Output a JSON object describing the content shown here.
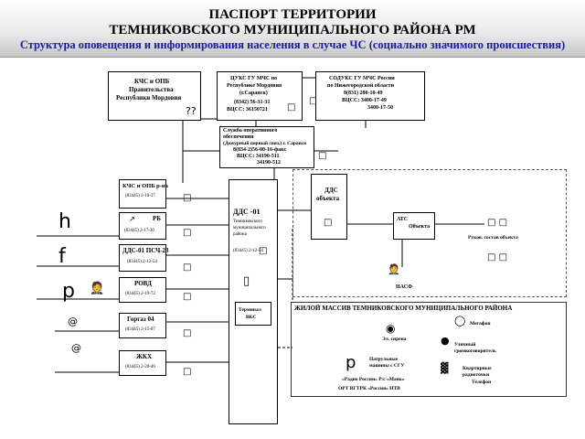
{
  "header": {
    "title1": "ПАСПОРТ ТЕРРИТОРИИ",
    "title2": "ТЕМНИКОВСКОГО МУНИЦИПАЛЬНОГО РАЙОНА РМ",
    "subtitle": "Структура оповещения и информирования населения в случае ЧС (социально значимого происшествия)"
  },
  "kchs_gov": {
    "l1": "КЧС и ОПБ",
    "l2": "Правительства",
    "l3": "Республики Мордовия"
  },
  "cuks": {
    "l1": "ЦУКС ГУ МЧС по",
    "l2": "Республике Мордовия",
    "l3": "(г.Саранск)",
    "l4": "(8342) 56-31-31",
    "l5": "ВЦСС: 36150721"
  },
  "soduks": {
    "l1": "СОДУКС ГУ МЧС России",
    "l2": "по Нижегородской области",
    "l3": "8(831) 200-10-49",
    "l4": "ВЦСС: 3400-17-49",
    "l5": "3400-17-50"
  },
  "sluzhba": {
    "l1": "Служба оперативного",
    "l2": "обеспечения",
    "l3": "(Дежурный первый связ.) г. Саранск",
    "l4": "8(834-2)56-00-16-факс",
    "l5": "ВЦСС: 34190-511",
    "l6": "34190-512"
  },
  "kchs_raion": {
    "l1": "КЧС и ОПБ р-на",
    "l2": "(83445) 2-10-37"
  },
  "rb": {
    "l1": "РБ",
    "l2": "(83445) 2-17-30"
  },
  "dds01_pch": {
    "l1": "ДДС-01 ПСЧ-23",
    "l2": "(83445) 2-12-54"
  },
  "rovd": {
    "l1": "РОВД",
    "l2": "(83445) 2-19-72"
  },
  "gorgaz": {
    "l1": "Горгаз 04",
    "l2": "(83445) 2-15-07"
  },
  "zhkh": {
    "l1": "ЖКХ",
    "l2": "(83445) 2-20-40"
  },
  "dds01": {
    "l1": "ДДС -01",
    "l2": "Темниковского",
    "l3": "муниципального",
    "l4": "района",
    "l5": "(83445) 2-12-54"
  },
  "dds_obj": {
    "l1": "ДДС",
    "l2": "объекта"
  },
  "ats": {
    "l1": "АТС",
    "l2": "Объекта",
    "l3": "Руков. состав объекта",
    "l4": "НАСФ"
  },
  "terminal": {
    "l1": "Терминал",
    "l2": "ВКС"
  },
  "zhiloy": {
    "title": "ЖИЛОЙ МАССИВ ТЕМНИКОВСКОГО МУНИЦИПАЛЬНОГО РАЙОНА",
    "megafon": "Мегафон",
    "sirena": "Эл. сирена",
    "ulichny1": "Уличный",
    "ulichny2": "громкоговоритель",
    "patrul1": "Патрульные",
    "patrul2": "машины с СГУ",
    "kvart1": "Квартирные",
    "kvart2": "радиоточки",
    "telefon": "Телефон",
    "radio": "«Радио России»   Р/с «Маяк»",
    "tv": "ОРТ    ВГТРК «Россия»    НТВ"
  },
  "markers": {
    "h": "h",
    "f": "f",
    "p1": "p",
    "p2": "p",
    "at1": "@",
    "at2": "@"
  },
  "icons": {
    "phone": "phone-icon",
    "box_glyph": "square-glyph",
    "person": "person-icon",
    "antenna": "antenna-icon"
  }
}
